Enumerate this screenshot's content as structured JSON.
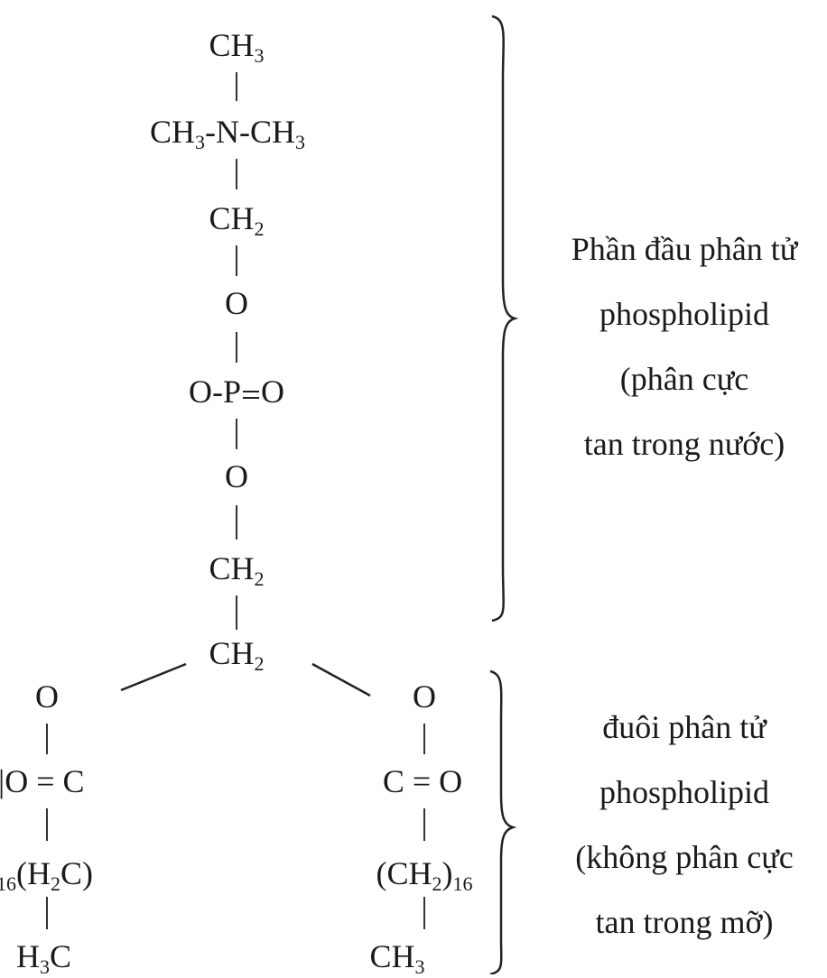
{
  "head_chain": {
    "ch3_top": {
      "main": "CH",
      "sub": "3"
    },
    "n_group": {
      "a": "CH",
      "a_sub": "3",
      "b": "-N-CH",
      "b_sub": "3"
    },
    "ch2_a": {
      "main": "CH",
      "sub": "2"
    },
    "o_a": "O",
    "phosphate": {
      "left": "O-P",
      "right": "O"
    },
    "o_b": "O",
    "ch2_b": {
      "main": "CH",
      "sub": "2"
    },
    "ch2_c": {
      "main": "CH",
      "sub": "2"
    }
  },
  "left_tail": {
    "o_top": "O",
    "carbonyl": "|O = C",
    "chain": {
      "pre_sub": "16",
      "main": "(H",
      "sub": "2",
      "post": "C)"
    },
    "end": {
      "main": "H",
      "sub": "3",
      "post": "C"
    }
  },
  "right_tail": {
    "o_top": "O",
    "carbonyl": "C = O",
    "chain": {
      "main": "(CH",
      "sub": "2",
      "post": ")",
      "sub2": "16"
    },
    "end": {
      "main": "CH",
      "sub": "3"
    }
  },
  "labels": {
    "head": [
      "Phần đầu phân tử",
      "phospholipid",
      "(phân cực",
      "tan trong nước)"
    ],
    "tail": [
      "đuôi phân tử",
      "phospholipid",
      "(không phân cực",
      "tan trong mỡ)"
    ]
  }
}
